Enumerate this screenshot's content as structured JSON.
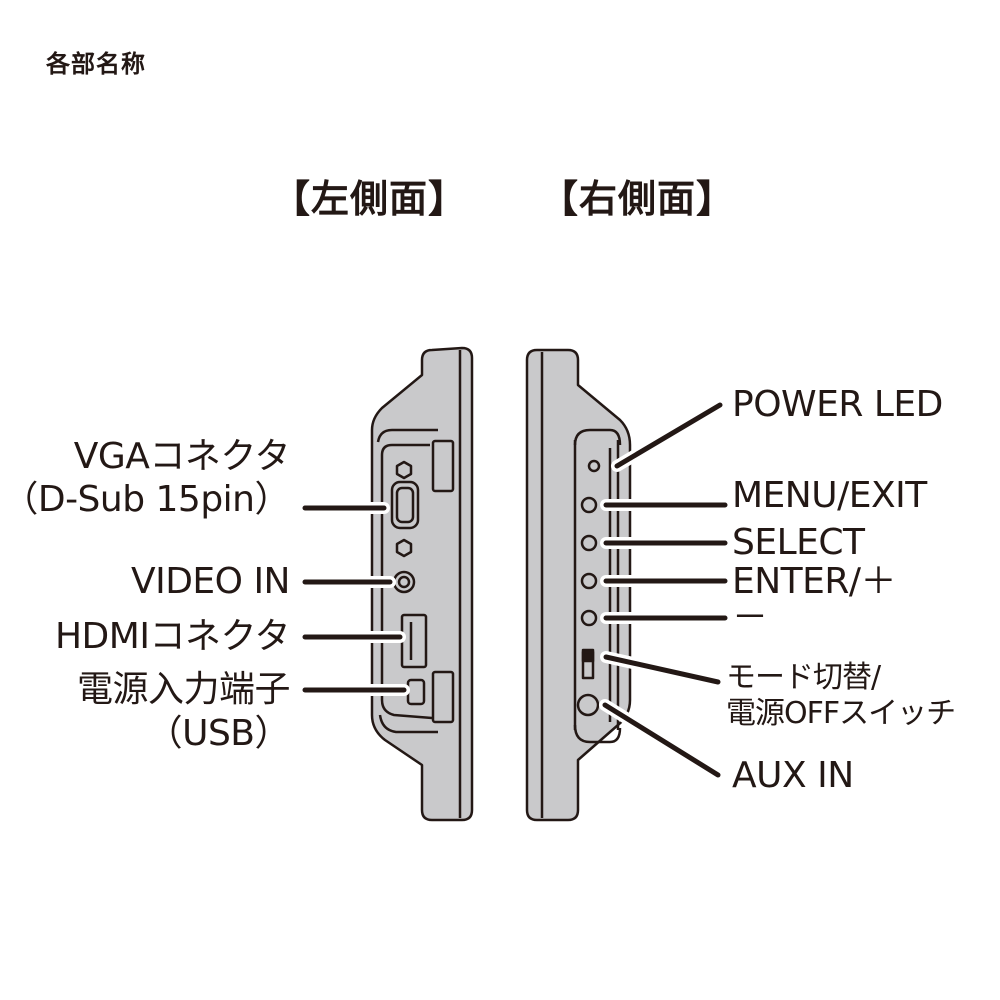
{
  "page_title": "各部名称",
  "left_side": {
    "title": "【左側面】",
    "labels": [
      {
        "id": "vga",
        "line1": "VGAコネクタ",
        "line2": "（D-Sub 15pin）"
      },
      {
        "id": "video_in",
        "line1": "VIDEO IN"
      },
      {
        "id": "hdmi",
        "line1": "HDMIコネクタ"
      },
      {
        "id": "power_input",
        "line1": "電源入力端子",
        "line2": "（USB）"
      }
    ]
  },
  "right_side": {
    "title": "【右側面】",
    "labels": [
      {
        "id": "power_led",
        "line1": "POWER LED"
      },
      {
        "id": "menu_exit",
        "line1": "MENU/EXIT"
      },
      {
        "id": "select",
        "line1": "SELECT"
      },
      {
        "id": "enter_plus",
        "line1": "ENTER/＋"
      },
      {
        "id": "minus",
        "line1": "－"
      },
      {
        "id": "mode_switch",
        "line1": "モード切替/",
        "line2": "電源OFFスイッチ"
      },
      {
        "id": "aux_in",
        "line1": "AUX IN"
      }
    ]
  },
  "colors": {
    "ink": "#231815",
    "device_fill": "#c9c9cb",
    "background": "#ffffff"
  }
}
